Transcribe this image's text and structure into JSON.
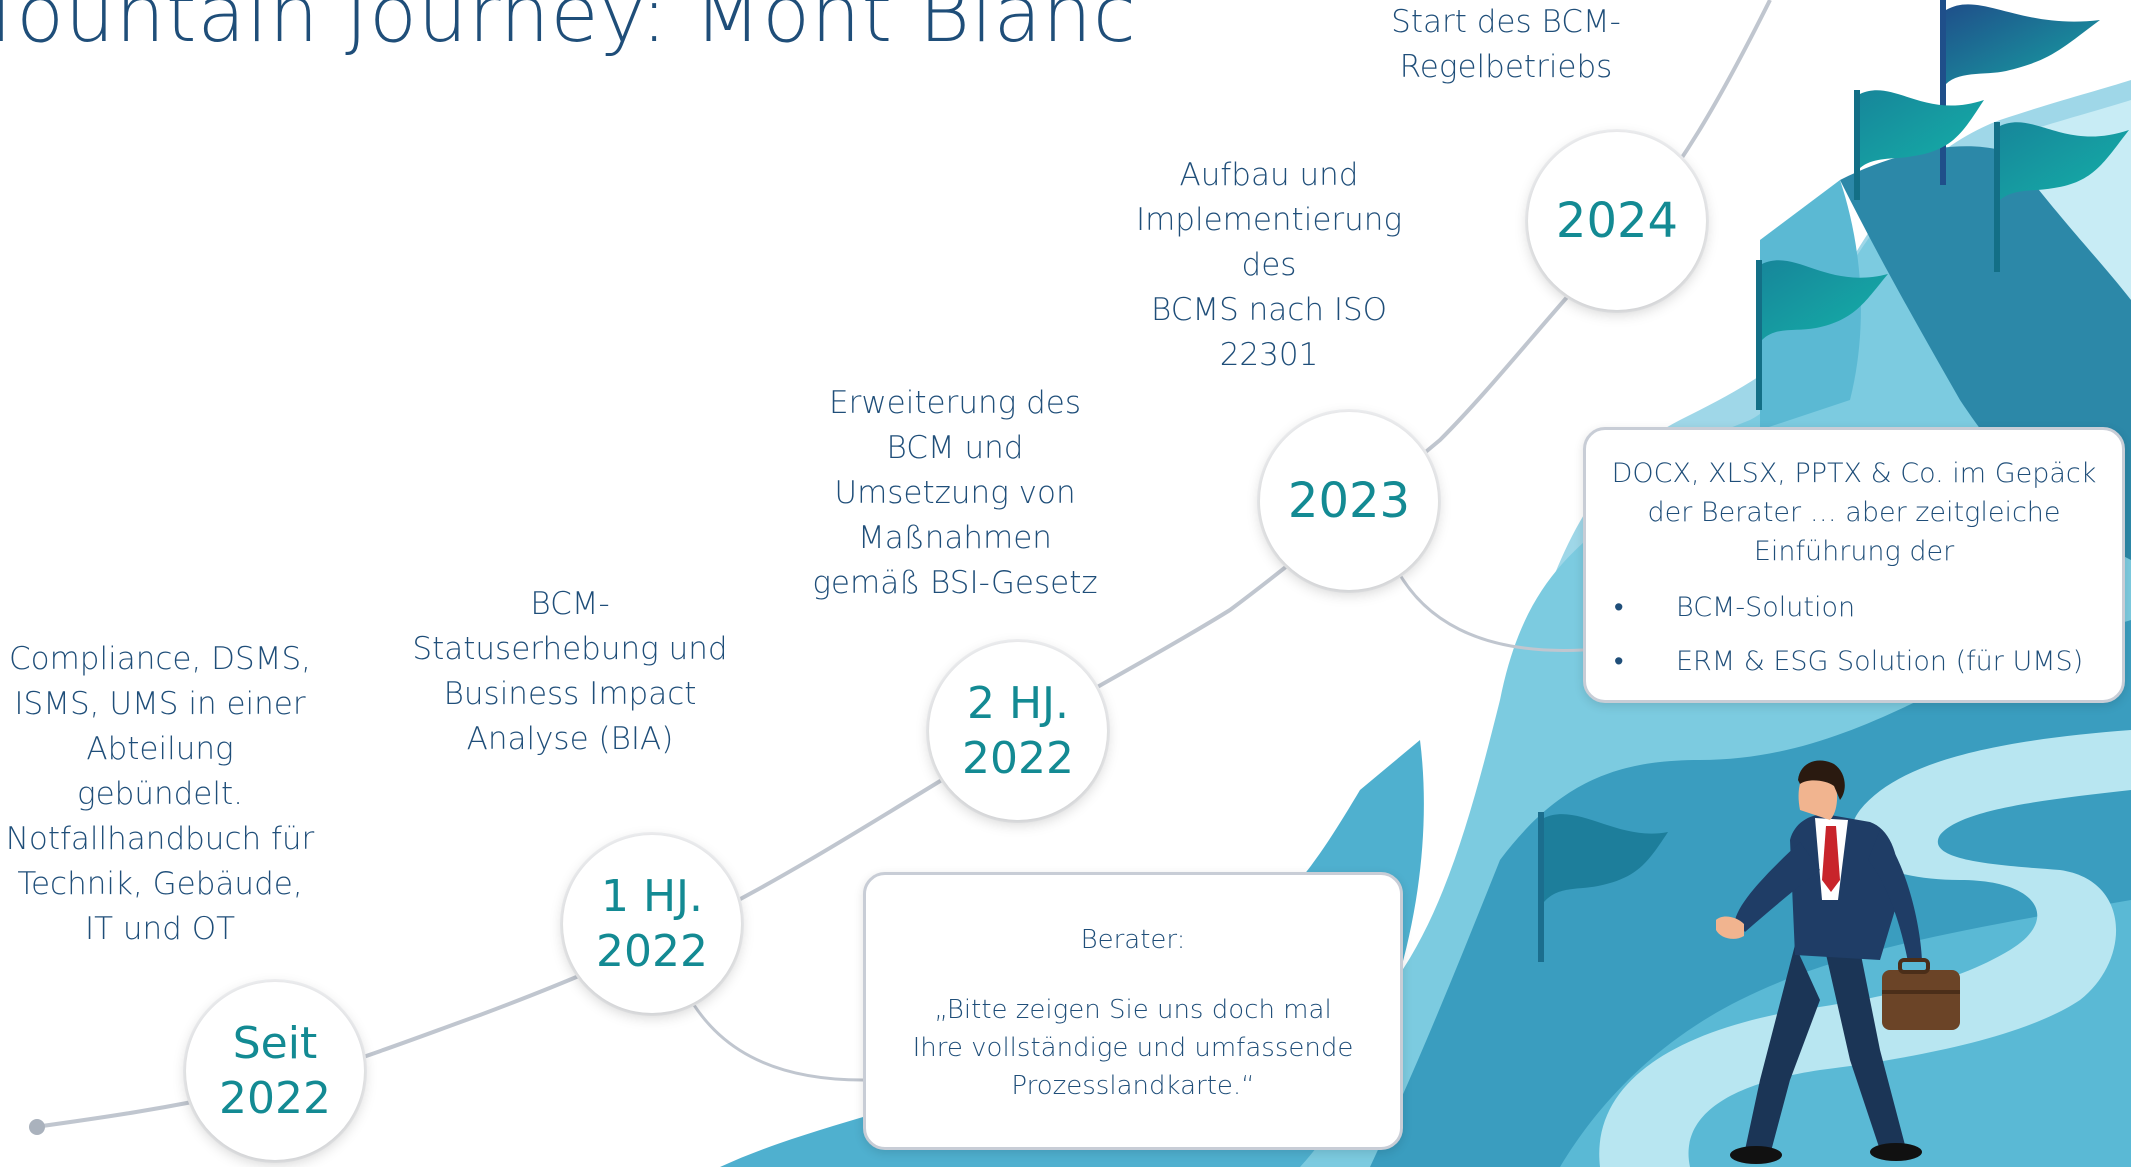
{
  "slide": {
    "title": "Mountain Journey: Mont Blanc",
    "milestones": [
      {
        "label": "Seit\n2022",
        "description": "Compliance, DSMS,\nISMS, UMS in einer\nAbteilung\ngebündelt.\nNotfallhandbuch für\nTechnik, Gebäude,\nIT und OT"
      },
      {
        "label": "1 HJ.\n2022",
        "description": "BCM-\nStatuserhebung und\nBusiness Impact\nAnalyse (BIA)"
      },
      {
        "label": "2 HJ.\n2022",
        "description": "Erweiterung des\nBCM und\nUmsetzung von\nMaßnahmen\ngemäß BSI-Gesetz"
      },
      {
        "label": "2023",
        "description": "Aufbau und\nImplementierung\ndes\nBCMS nach ISO\n22301"
      },
      {
        "label": "2024",
        "description": "Start des BCM-\nRegelbetriebs"
      }
    ],
    "callout_advisor": {
      "speaker": "Berater:",
      "quote": "„Bitte zeigen Sie uns doch mal\nIhre vollständige und umfassende\nProzesslandkarte.“"
    },
    "callout_tools": {
      "text": "DOCX, XLSX, PPTX & Co. im Gepäck\nder Berater … aber zeitgleiche\nEinführung der",
      "bullets": [
        "BCM-Solution",
        "ERM & ESG Solution (für UMS)"
      ],
      "bullet_symbol": "•"
    },
    "colors": {
      "title": "#1f4e79",
      "milestone_text": "#138a93",
      "description_text": "#1f4e79",
      "path_line": "#c0c6cf",
      "mountain_light": "#a9dcea",
      "mountain_mid": "#6fc3da",
      "mountain_dark": "#3a9fbf",
      "flag_blue": "#1e5f8c",
      "flag_teal": "#1a9e9e"
    },
    "icons": {
      "flags": "flag-icon",
      "businessman": "businessman-illustration"
    }
  }
}
